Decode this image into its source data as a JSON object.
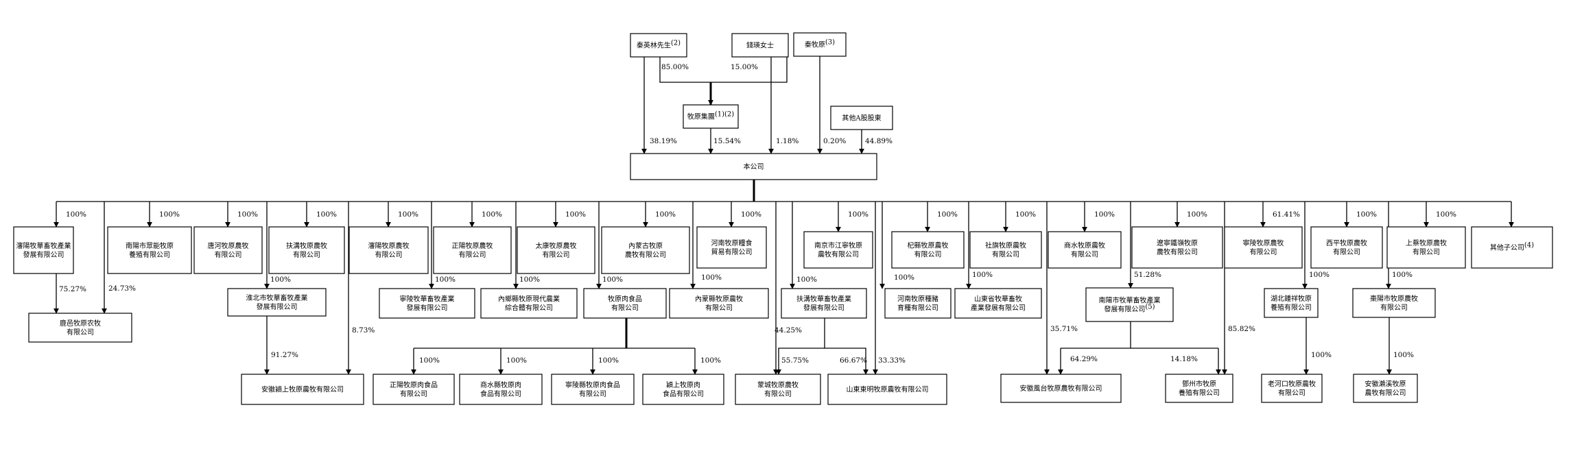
{
  "entities": {
    "qin_yinglin": {
      "label": "秦英林先生",
      "note": "(2)"
    },
    "qian_ying": {
      "label": "錢瑛女士"
    },
    "qin_muyuan": {
      "label": "秦牧原",
      "note": "(3)"
    },
    "muyuan_group": {
      "label": "牧原集團",
      "note": "(1)(2)"
    },
    "other_a": {
      "label": "其他A股股東"
    },
    "company": {
      "label": "本公司"
    },
    "s01": {
      "lines": [
        "瀋陽牧華畜牧產業",
        "發展有限公司"
      ]
    },
    "s02": {
      "lines": [
        "南陽市眾能牧原",
        "養殖有限公司"
      ]
    },
    "s03": {
      "lines": [
        "唐河牧原農牧",
        "有限公司"
      ]
    },
    "s04": {
      "lines": [
        "扶溝牧原農牧",
        "有限公司"
      ]
    },
    "s05": {
      "lines": [
        "瀋陽牧原農牧",
        "有限公司"
      ]
    },
    "s06": {
      "lines": [
        "正陽牧原農牧",
        "有限公司"
      ]
    },
    "s07": {
      "lines": [
        "太康牧原農牧",
        "有限公司"
      ]
    },
    "s08": {
      "lines": [
        "內蒙古牧原",
        "農牧有限公司"
      ]
    },
    "s09": {
      "lines": [
        "河南牧原糧食",
        "貿易有限公司"
      ]
    },
    "s10": {
      "lines": [
        "南京市江寧牧原",
        "農牧有限公司"
      ]
    },
    "s11": {
      "lines": [
        "杞縣牧原農牧",
        "有限公司"
      ]
    },
    "s12": {
      "lines": [
        "社旗牧原農牧",
        "有限公司"
      ]
    },
    "s13": {
      "lines": [
        "商水牧原農牧",
        "有限公司"
      ]
    },
    "s14": {
      "lines": [
        "遼寧鐵嶺牧原",
        "農牧有限公司"
      ]
    },
    "s15": {
      "lines": [
        "寧陵牧原農牧",
        "有限公司"
      ]
    },
    "s16": {
      "lines": [
        "西平牧原農牧",
        "有限公司"
      ]
    },
    "s17": {
      "lines": [
        "上蔡牧原農牧",
        "有限公司"
      ]
    },
    "s18": {
      "label": "其他子公司",
      "note": "(4)"
    },
    "m01": {
      "lines": [
        "鹿邑牧原农牧",
        "有限公司"
      ]
    },
    "m02": {
      "lines": [
        "淮北市牧華畜牧產業",
        "發展有限公司"
      ]
    },
    "m03": {
      "lines": [
        "寧陵牧華畜牧產業",
        "發展有限公司"
      ]
    },
    "m04": {
      "lines": [
        "內鄉縣牧原現代農業",
        "綜合體有限公司"
      ]
    },
    "m05": {
      "lines": [
        "牧原肉食品",
        "有限公司"
      ]
    },
    "m06": {
      "lines": [
        "內蒙縣牧原農牧",
        "有限公司"
      ]
    },
    "m07": {
      "lines": [
        "扶溝牧華畜牧產業",
        "發展有限公司"
      ]
    },
    "m08": {
      "lines": [
        "河南牧原種豬",
        "育種有限公司"
      ]
    },
    "m09": {
      "lines": [
        "山東省牧華畜牧",
        "產業發展有限公司"
      ]
    },
    "m10": {
      "lines": [
        "南陽市牧華畜牧產業",
        "發展有限公司"
      ],
      "note": "(5)"
    },
    "m11": {
      "lines": [
        "湖北鍾祥牧原",
        "養殖有限公司"
      ]
    },
    "m12": {
      "lines": [
        "棗陽市牧原農牧",
        "有限公司"
      ]
    },
    "b01": {
      "label": "安徽穎上牧原農牧有限公司"
    },
    "b02": {
      "lines": [
        "正陽牧原肉食品",
        "有限公司"
      ]
    },
    "b03": {
      "lines": [
        "商水縣牧原肉",
        "食品有限公司"
      ]
    },
    "b04": {
      "lines": [
        "寧陵縣牧原肉食品",
        "有限公司"
      ]
    },
    "b05": {
      "lines": [
        "穎上牧原肉",
        "食品有限公司"
      ]
    },
    "b06": {
      "lines": [
        "蒙城牧原農牧",
        "有限公司"
      ]
    },
    "b07": {
      "label": "山東東明牧原農牧有限公司"
    },
    "b08": {
      "label": "安徽風台牧原農牧有限公司"
    },
    "b09": {
      "lines": [
        "鄧州市牧原",
        "養殖有限公司"
      ]
    },
    "b10": {
      "lines": [
        "老河口牧原農牧",
        "有限公司"
      ]
    },
    "b11": {
      "lines": [
        "安徽瀨溪牧原",
        "農牧有限公司"
      ]
    }
  },
  "percentages": {
    "p_qin_group": "85.00%",
    "p_qian_group": "15.00%",
    "p_qin_co": "38.19%",
    "p_group_co": "15.54%",
    "p_qian_co": "1.18%",
    "p_qinmy_co": "0.20%",
    "p_other_co": "44.89%",
    "p_s01": "100%",
    "p_s02": "100%",
    "p_s03": "100%",
    "p_s04": "100%",
    "p_s05": "100%",
    "p_s06": "100%",
    "p_s07": "100%",
    "p_s08": "100%",
    "p_s09": "100%",
    "p_s10": "100%",
    "p_s11": "100%",
    "p_s12": "100%",
    "p_s13": "100%",
    "p_s14": "100%",
    "p_s15": "61.41%",
    "p_s16": "100%",
    "p_s17": "100%",
    "p_s01_m01": "75.27%",
    "p_co_m01": "24.73%",
    "p_s04_m02": "100%",
    "p_m02_b01": "91.27%",
    "p_co_b01": "8.73%",
    "p_s06_m03": "100%",
    "p_s07_m04": "100%",
    "p_s08_m05": "100%",
    "p_s09_m06": "100%",
    "p_m05_b02": "100%",
    "p_m05_b03": "100%",
    "p_m05_b04": "100%",
    "p_m05_b05": "100%",
    "p_s10_m07": "100%",
    "p_co_b06": "44.25%",
    "p_m07_b06": "55.75%",
    "p_m07_b07": "66.67%",
    "p_co_b07": "33.33%",
    "p_s11_m08": "100%",
    "p_s12_m09": "100%",
    "p_s14_m10": "51.28%",
    "p_co_b08": "35.71%",
    "p_m10_b08": "64.29%",
    "p_m10_b09": "14.18%",
    "p_co_b09": "85.82%",
    "p_s15_m11": "100%",
    "p_s16_m12": "100%",
    "p_m11_b10": "100%",
    "p_m12_b11": "100%"
  }
}
